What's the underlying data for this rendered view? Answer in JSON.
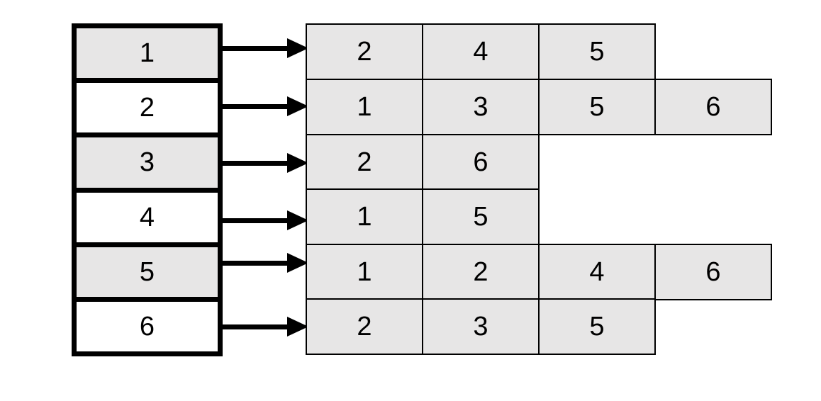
{
  "diagram": {
    "type": "adjacency-list",
    "vertices": [
      {
        "id": "1",
        "shaded": true,
        "neighbors": [
          "2",
          "4",
          "5"
        ]
      },
      {
        "id": "2",
        "shaded": false,
        "neighbors": [
          "1",
          "3",
          "5",
          "6"
        ]
      },
      {
        "id": "3",
        "shaded": true,
        "neighbors": [
          "2",
          "6"
        ]
      },
      {
        "id": "4",
        "shaded": false,
        "neighbors": [
          "1",
          "5"
        ]
      },
      {
        "id": "5",
        "shaded": true,
        "neighbors": [
          "1",
          "2",
          "4",
          "6"
        ]
      },
      {
        "id": "6",
        "shaded": false,
        "neighbors": [
          "2",
          "3",
          "5"
        ]
      }
    ],
    "colors": {
      "cell_fill": "#e7e6e6",
      "alt_fill": "#ffffff",
      "border": "#000000",
      "arrow": "#000000",
      "background": "#ffffff",
      "text": "#000000"
    }
  }
}
